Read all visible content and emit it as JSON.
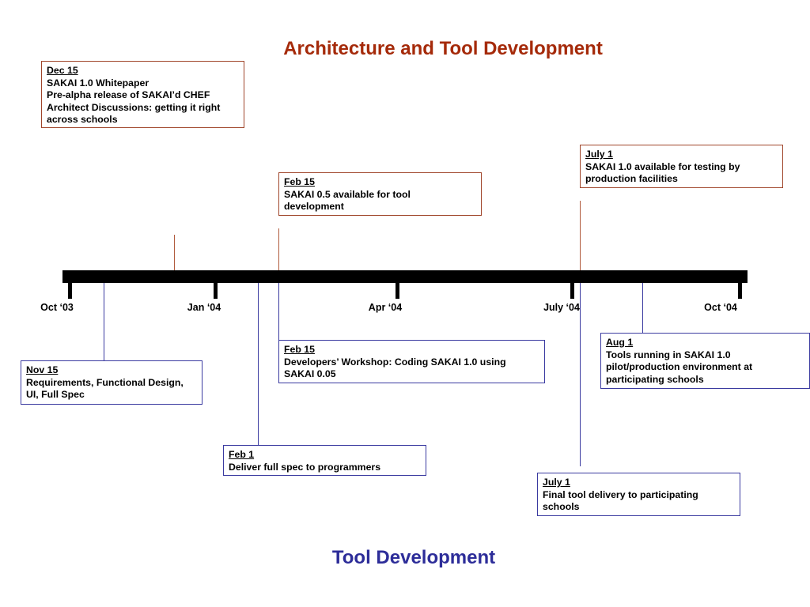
{
  "titles": {
    "architecture": "Architecture and Tool  Development",
    "tool": "Tool Development"
  },
  "timeline": {
    "ticks": [
      "Oct ‘03",
      "Jan ‘04",
      "Apr ‘04",
      "July ‘04",
      "Oct ‘04"
    ]
  },
  "architecture_events": [
    {
      "date": "Dec 15",
      "lines": [
        "SAKAI 1.0 Whitepaper",
        "Pre-alpha release of SAKAI’d CHEF",
        "Architect Discussions: getting it right",
        "across schools"
      ]
    },
    {
      "date": "Feb 15",
      "lines": [
        "SAKAI 0.5 available for tool",
        "development"
      ]
    },
    {
      "date": "July 1",
      "lines": [
        "SAKAI 1.0 available for testing by",
        "production facilities"
      ]
    }
  ],
  "tool_events": [
    {
      "date": "Nov 15",
      "lines": [
        "Requirements, Functional Design,",
        "UI,  Full Spec"
      ]
    },
    {
      "date": "Feb 1",
      "lines": [
        "Deliver full spec to programmers"
      ]
    },
    {
      "date": "Feb 15",
      "lines": [
        "Developers’ Workshop: Coding SAKAI 1.0 using",
        "SAKAI 0.05"
      ]
    },
    {
      "date": "July 1",
      "lines": [
        "Final tool delivery to participating",
        "schools"
      ]
    },
    {
      "date": "Aug 1",
      "lines": [
        "Tools running in SAKAI 1.0",
        "pilot/production environment at",
        "participating schools"
      ]
    }
  ],
  "colors": {
    "architecture_title": "#a52a0a",
    "tool_title": "#2d2d99",
    "architecture_border": "#a0452a",
    "tool_border": "#3a3aa0"
  }
}
